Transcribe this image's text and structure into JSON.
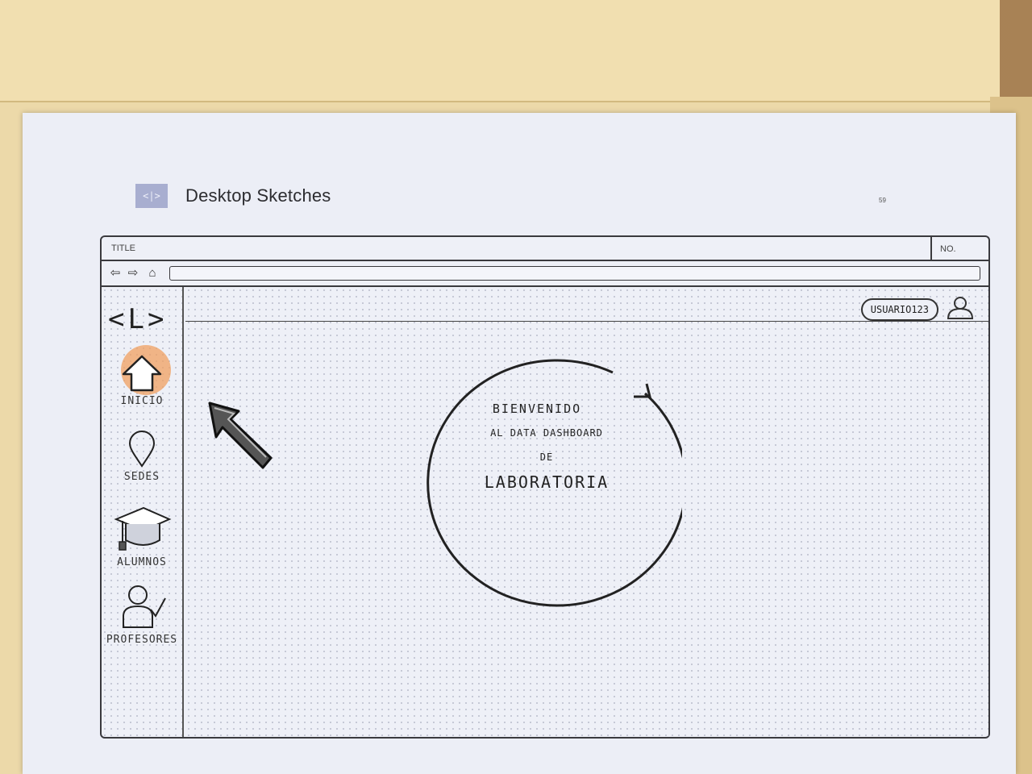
{
  "sheet": {
    "logo": "<|>",
    "title": "Desktop Sketches",
    "page_number": "59"
  },
  "frame": {
    "title_label": "TITLE",
    "no_label": "NO."
  },
  "browser_nav": {
    "back_icon": "arrow-left-icon",
    "forward_icon": "arrow-right-icon",
    "home_icon": "home-icon"
  },
  "app": {
    "logo": "<L>",
    "user_label": "USUARIO123",
    "accent_color": "#f0a060",
    "sidebar": {
      "items": [
        {
          "label": "INICIO",
          "icon": "home-icon",
          "active": true
        },
        {
          "label": "SEDES",
          "icon": "location-pin-icon",
          "active": false
        },
        {
          "label": "ALUMNOS",
          "icon": "graduation-cap-icon",
          "active": false
        },
        {
          "label": "PROFESORES",
          "icon": "teacher-icon",
          "active": false
        }
      ]
    },
    "welcome": {
      "line1": "BIENVENIDO",
      "line2": "AL DATA DASHBOARD",
      "line3": "DE",
      "line4": "LABORATORIA"
    }
  }
}
